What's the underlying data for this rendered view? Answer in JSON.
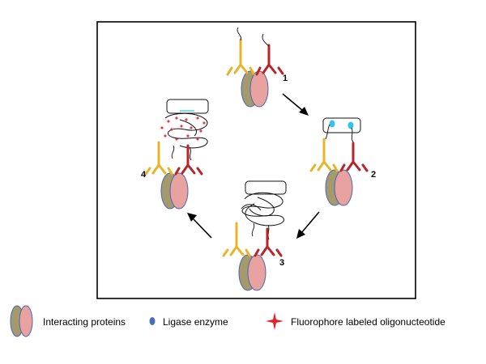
{
  "steps": [
    "1",
    "2",
    "3",
    "4"
  ],
  "legend": {
    "proteins_label": "Interacting proteins",
    "ligase_label": "Ligase  enzyme",
    "fluorophore_label": "Fluorophore  labeled oligonucteotide"
  },
  "colors": {
    "antibody_left": "#e8b52a",
    "antibody_right": "#b7252b",
    "protein_left": "#a59a6e",
    "protein_right": "#e8a3a0",
    "protein_outline": "#4a66b0",
    "ligase": "#33c4ea",
    "ligase_legend": "#4a6fb8",
    "fluorophore": "#e8202a"
  },
  "icons": {
    "arrow_1_2": "arrow-down-right",
    "arrow_2_3": "arrow-down-left",
    "arrow_3_4": "arrow-up-left"
  }
}
